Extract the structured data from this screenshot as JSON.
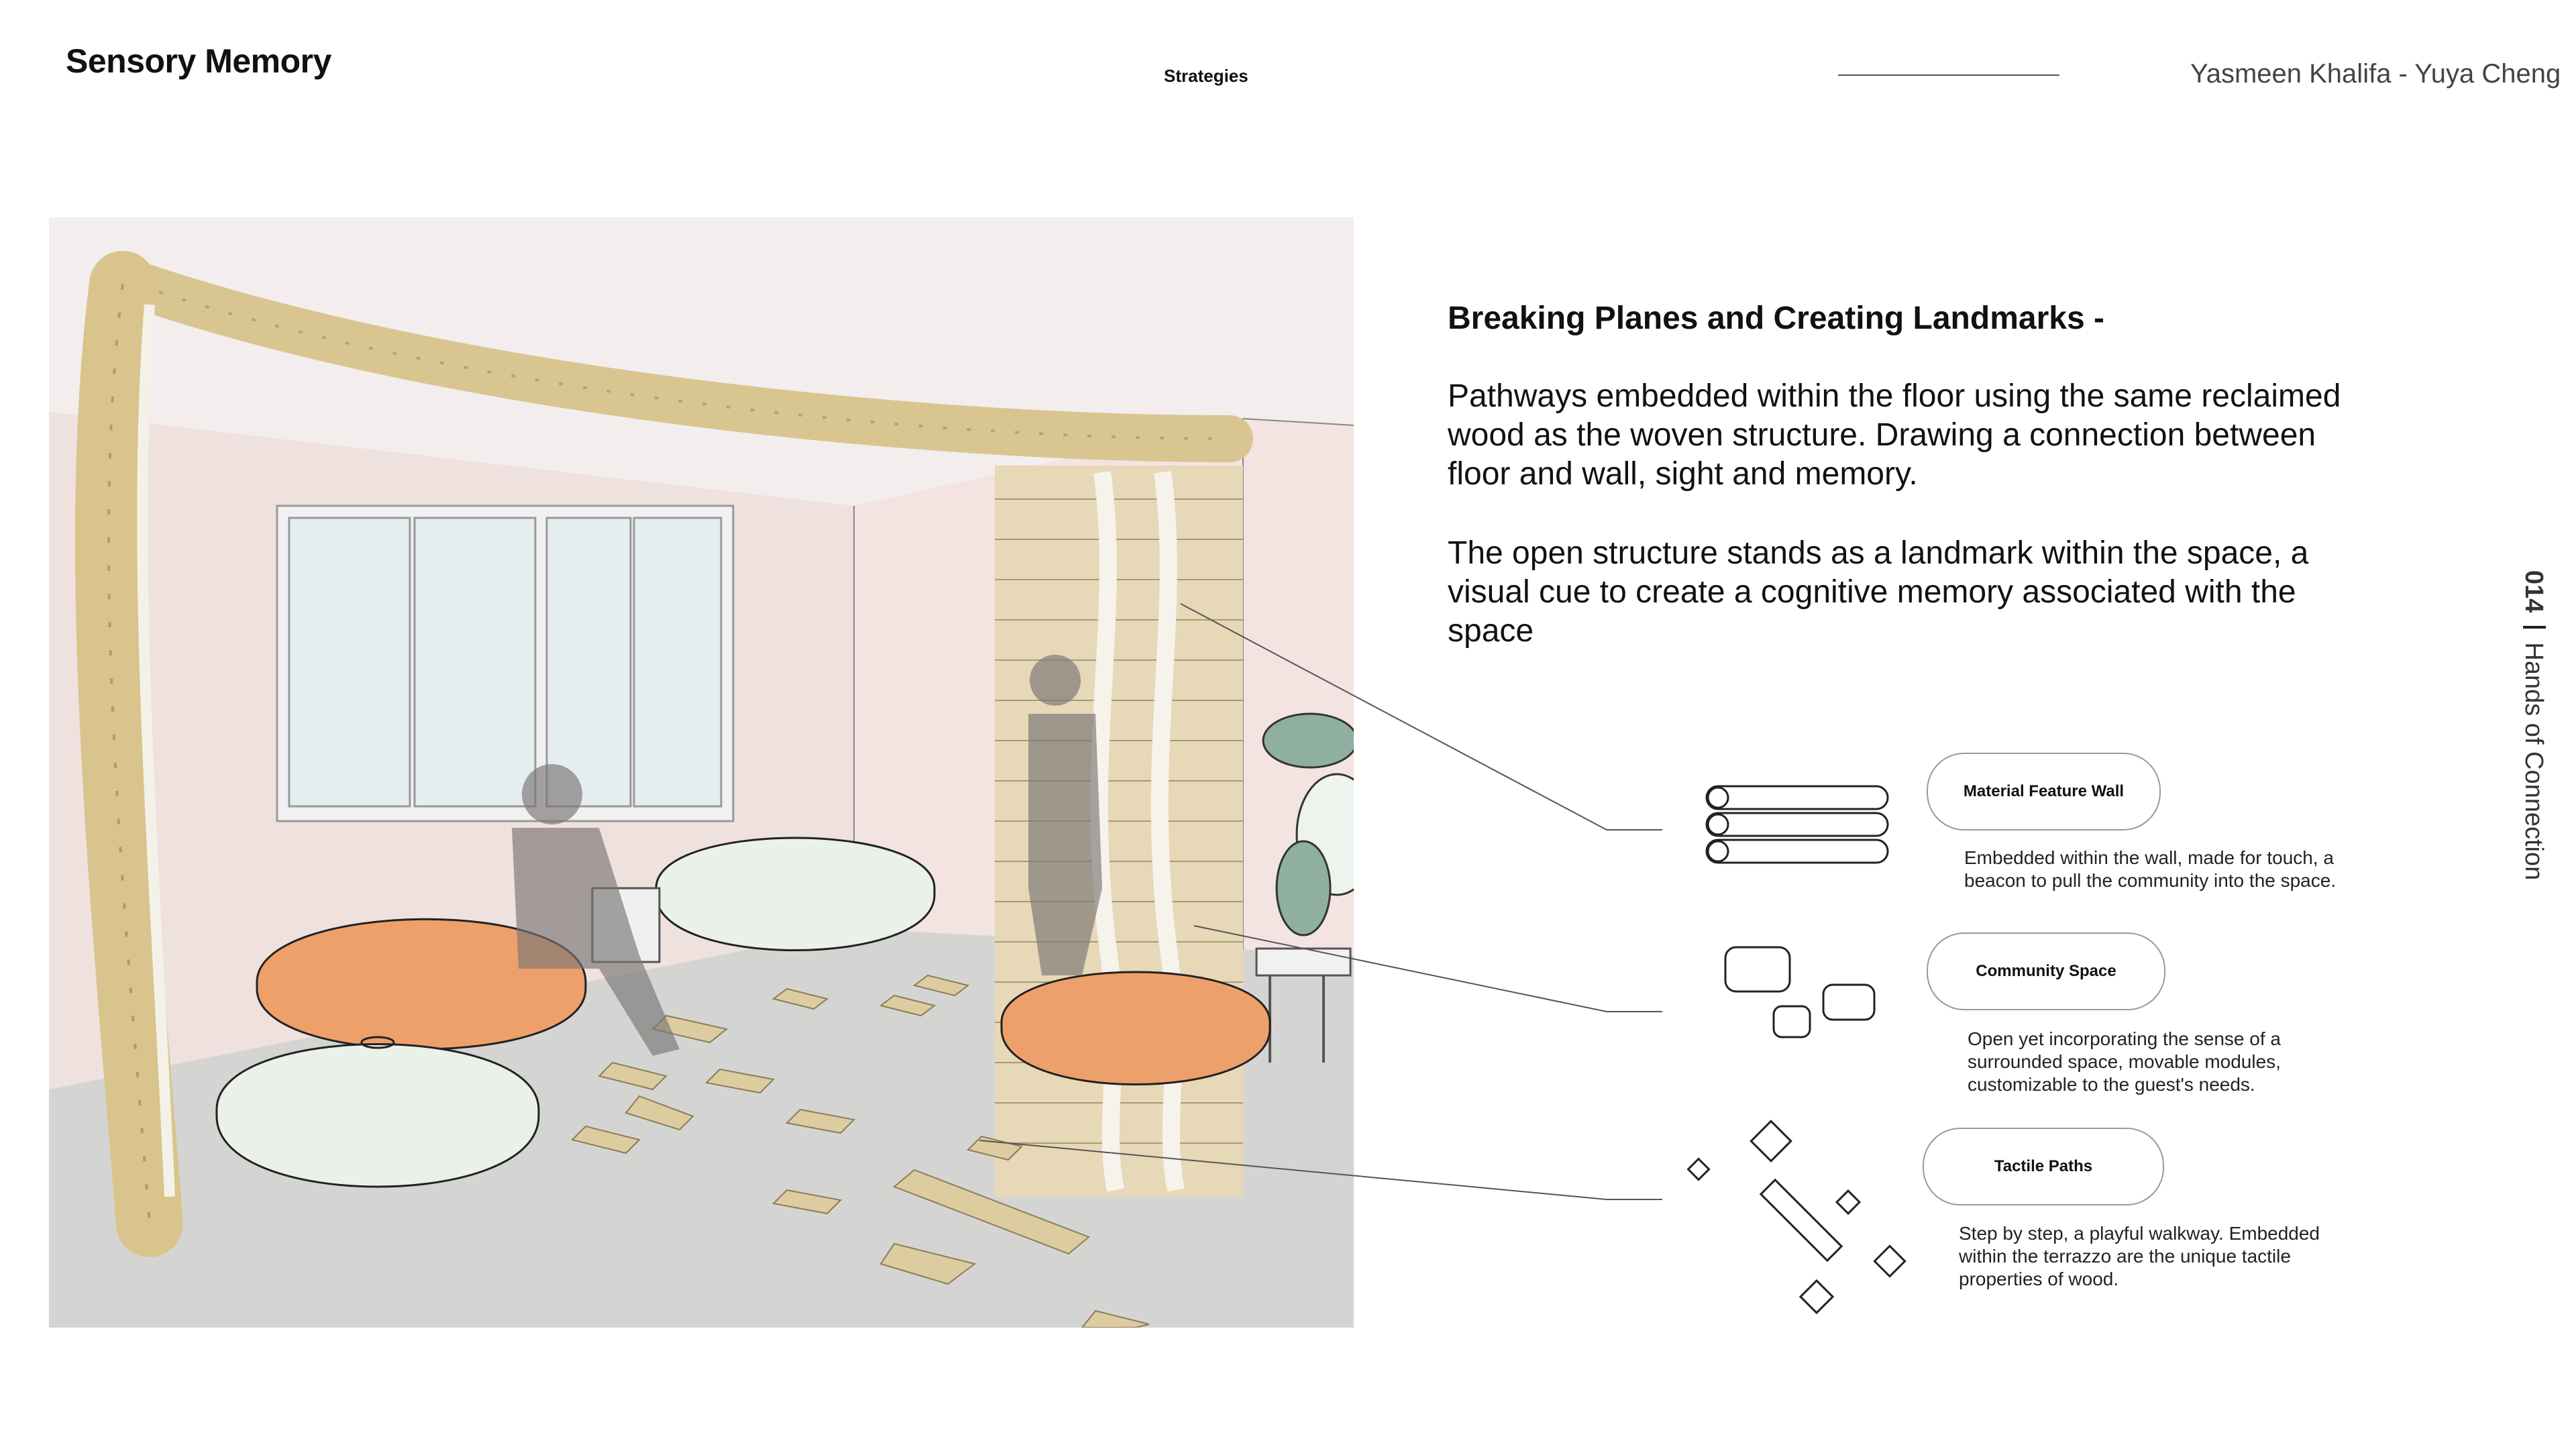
{
  "header": {
    "brand": "Sensory Memory",
    "section": "Strategies",
    "authors": "Yasmeen Khalifa - Yuya Cheng"
  },
  "main": {
    "heading": "Breaking Planes and Creating Landmarks -",
    "paragraph_1": "Pathways embedded within the floor using the same reclaimed wood as the woven structure. Drawing a connection between floor and wall, sight and memory.",
    "paragraph_2": "The open structure stands as a landmark within the space, a visual cue to create a cognitive memory associated with the space"
  },
  "sidebar": {
    "page_number": "014",
    "chapter": "Hands of Connection"
  },
  "callouts": [
    {
      "label": "Material Feature Wall",
      "description": "Embedded within the wall, made for touch, a beacon to pull the community into the space.",
      "icon": "stacked-logs-icon"
    },
    {
      "label": "Community Space",
      "description": "Open yet incorporating the sense of a surrounded space, movable modules, customizable to the guest's needs.",
      "icon": "modules-icon"
    },
    {
      "label": "Tactile Paths",
      "description": "Step by step, a playful walkway. Embedded within the terrazzo are the unique tactile properties of wood.",
      "icon": "scattered-tiles-icon"
    }
  ],
  "colors": {
    "wall": "#f1e6e3",
    "floor": "#d3d3d1",
    "orange_seat": "#eea06a",
    "white_seat": "#eaf1e8",
    "wood": "#d8c89a",
    "plant": "#8fb0a0"
  }
}
